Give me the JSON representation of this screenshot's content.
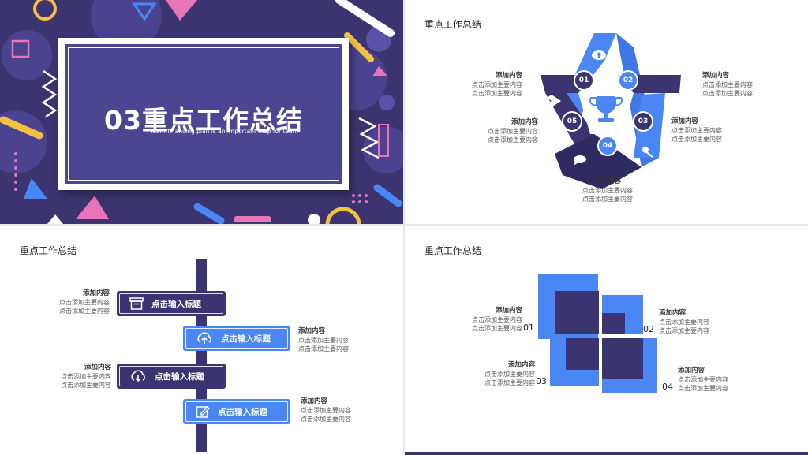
{
  "cover": {
    "title": "03重点工作总结",
    "subtitle": "Team financing plan is an important step for team"
  },
  "star_slide": {
    "title": "重点工作总结",
    "items": [
      {
        "num": "01",
        "heading": "添加内容",
        "line1": "点击添加主要内容",
        "line2": "点击添加主要内容",
        "icon": "cloud-upload-icon"
      },
      {
        "num": "02",
        "heading": "添加内容",
        "line1": "点击添加主要内容",
        "line2": "点击添加主要内容",
        "icon": "microphone-icon"
      },
      {
        "num": "03",
        "heading": "添加内容",
        "line1": "点击添加主要内容",
        "line2": "点击添加主要内容",
        "icon": "key-icon"
      },
      {
        "num": "04",
        "heading": "添加内容",
        "line1": "点击添加主要内容",
        "line2": "点击添加主要内容",
        "icon": "chat-bubble-icon"
      },
      {
        "num": "05",
        "heading": "添加内容",
        "line1": "点击添加主要内容",
        "line2": "点击添加主要内容",
        "icon": "dropbox-icon"
      }
    ],
    "center_icon": "trophy-icon"
  },
  "timeline_slide": {
    "title": "重点工作总结",
    "steps": [
      {
        "label": "点击输入标题",
        "icon": "archive-box-icon",
        "heading": "添加内容",
        "line1": "点击添加主要内容",
        "line2": "点击添加主要内容"
      },
      {
        "label": "点击输入标题",
        "icon": "cloud-upload-icon",
        "heading": "添加内容",
        "line1": "点击添加主要内容",
        "line2": "点击添加主要内容"
      },
      {
        "label": "点击输入标题",
        "icon": "cloud-download-icon",
        "heading": "添加内容",
        "line1": "点击添加主要内容",
        "line2": "点击添加主要内容"
      },
      {
        "label": "点击输入标题",
        "icon": "edit-icon",
        "heading": "添加内容",
        "line1": "点击添加主要内容",
        "line2": "点击添加主要内容"
      }
    ]
  },
  "blocks_slide": {
    "title": "重点工作总结",
    "items": [
      {
        "num": "01",
        "heading": "添加内容",
        "line1": "点击添加主要内容",
        "line2": "点击添加主要内容"
      },
      {
        "num": "02",
        "heading": "添加内容",
        "line1": "点击添加主要内容",
        "line2": "点击添加主要内容"
      },
      {
        "num": "03",
        "heading": "添加内容",
        "line1": "点击添加主要内容",
        "line2": "点击添加主要内容"
      },
      {
        "num": "04",
        "heading": "添加内容",
        "line1": "点击添加主要内容",
        "line2": "点击添加主要内容"
      }
    ]
  },
  "colors": {
    "navy": "#3b3470",
    "blue": "#4a86f4",
    "purple": "#4c4591",
    "pink": "#e775b8",
    "yellow": "#f3c143"
  }
}
